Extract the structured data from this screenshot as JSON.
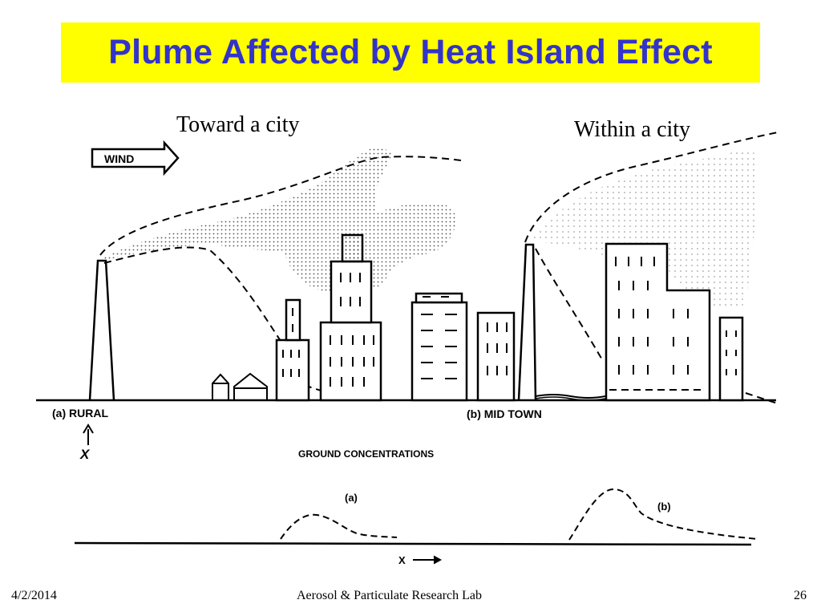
{
  "slide": {
    "title": "Plume Affected by Heat Island Effect",
    "caption_left": "Toward a city",
    "caption_right": "Within a city",
    "title_bg": "#ffff00",
    "title_color": "#3333cc"
  },
  "diagram": {
    "wind_label": "WIND",
    "rural_label": "(a)  RURAL",
    "midtown_label": "(b)  MID TOWN",
    "x_vertical_label": "X",
    "ground_conc_label": "GROUND CONCENTRATIONS",
    "curve_a_label": "(a)",
    "curve_b_label": "(b)",
    "x_axis_label": "X"
  },
  "footer": {
    "date": "4/2/2014",
    "lab": "Aerosol & Particulate Research Lab",
    "page": "26"
  }
}
